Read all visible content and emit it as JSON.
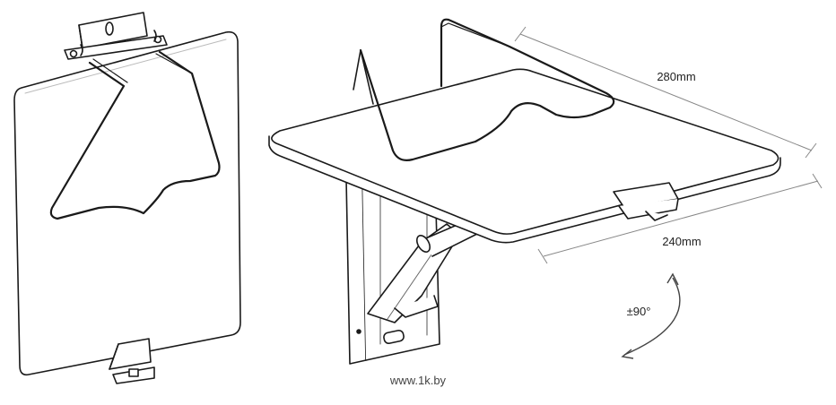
{
  "annotations": {
    "depth_label": "280mm",
    "width_label": "240mm",
    "rotation_label": "±90°"
  },
  "credit": {
    "site": "www.1k.by"
  },
  "colors": {
    "outline": "#1a1a1a",
    "dimension_line": "#888888",
    "panel_fill": "#ffffff",
    "shade": "#d9d9d9"
  }
}
